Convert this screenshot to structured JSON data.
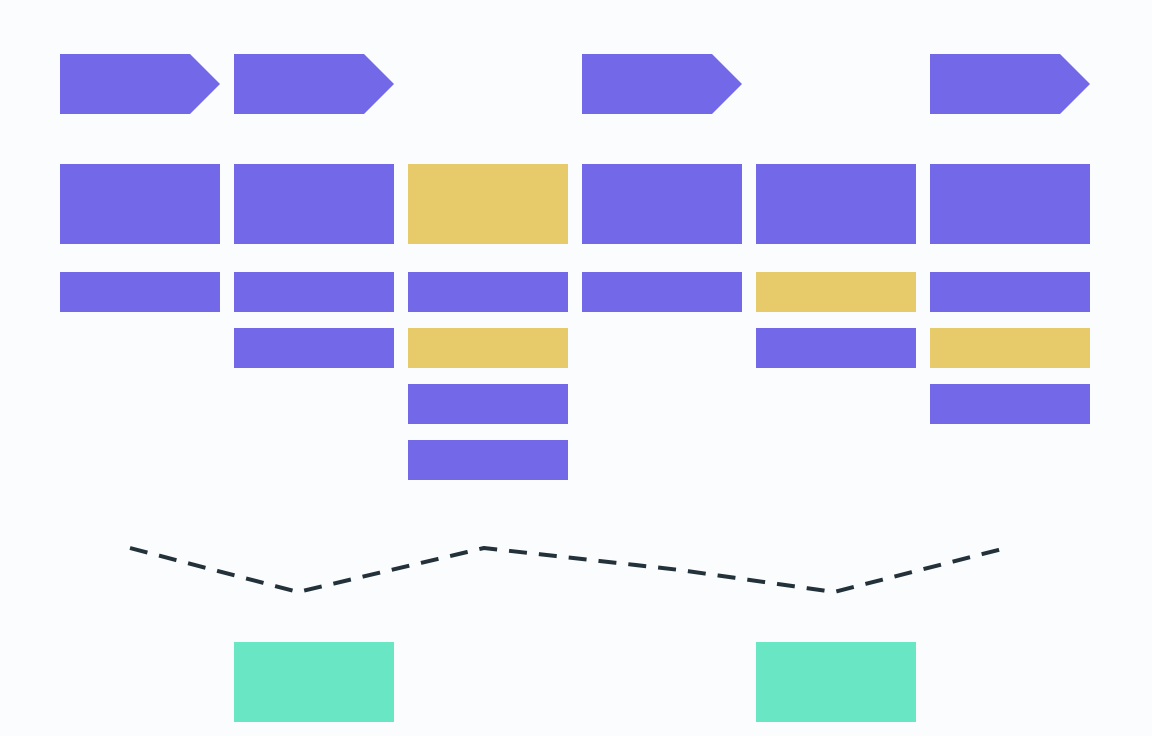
{
  "colors": {
    "background": "#fbfcfd",
    "purple": "#7369e8",
    "yellow": "#e7ca69",
    "teal": "#69e7c4",
    "line": "#23313a"
  },
  "columns": [
    {
      "phase_arrow": true,
      "card_color": "purple",
      "rows": [
        "purple"
      ],
      "bottom_box": false
    },
    {
      "phase_arrow": true,
      "card_color": "purple",
      "rows": [
        "purple",
        "purple"
      ],
      "bottom_box": true
    },
    {
      "phase_arrow": false,
      "card_color": "yellow",
      "rows": [
        "purple",
        "yellow",
        "purple",
        "purple"
      ],
      "bottom_box": false
    },
    {
      "phase_arrow": true,
      "card_color": "purple",
      "rows": [
        "purple"
      ],
      "bottom_box": false
    },
    {
      "phase_arrow": false,
      "card_color": "purple",
      "rows": [
        "yellow",
        "purple"
      ],
      "bottom_box": true
    },
    {
      "phase_arrow": true,
      "card_color": "purple",
      "rows": [
        "purple",
        "yellow",
        "purple"
      ],
      "bottom_box": false
    }
  ],
  "emotion_curve": {
    "style": "dashed",
    "levels": [
      "high",
      "low",
      "high",
      "mid",
      "low",
      "high"
    ]
  }
}
